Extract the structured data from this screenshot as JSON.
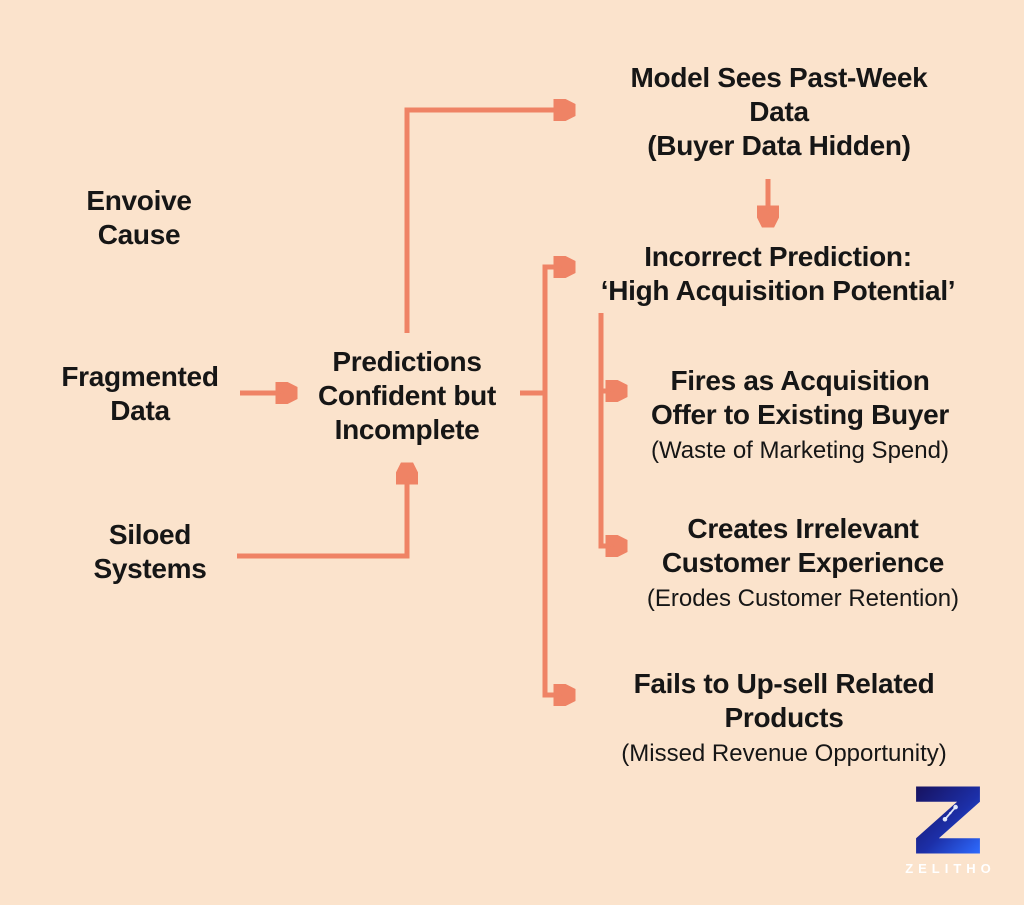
{
  "colors": {
    "background": "#FBE3CC",
    "arrow": "#EF8365",
    "text": "#161616",
    "logo_navy": "#17125F",
    "logo_blue": "#2E6BFF",
    "logo_text": "#FFFFFF"
  },
  "nodes": {
    "envoive_cause": {
      "lines": [
        "Envoive",
        "Cause"
      ]
    },
    "fragmented_data": {
      "lines": [
        "Fragmented",
        "Data"
      ]
    },
    "siloed_systems": {
      "lines": [
        "Siloed",
        "Systems"
      ]
    },
    "predictions": {
      "lines": [
        "Predictions",
        "Confident but",
        "Incomplete"
      ]
    },
    "model_sees": {
      "lines": [
        "Model Sees Past-Week",
        "Data",
        "(Buyer Data Hidden)"
      ]
    },
    "incorrect_prediction": {
      "lines": [
        "Incorrect Prediction:",
        "‘High Acquisition Potential’"
      ]
    },
    "fires_acquisition": {
      "lines": [
        "Fires as Acquisition",
        "Offer to Existing Buyer"
      ],
      "subtitle": "(Waste of Marketing Spend)"
    },
    "irrelevant_experience": {
      "lines": [
        "Creates Irrelevant",
        "Customer Experience"
      ],
      "subtitle": "(Erodes Customer Retention)"
    },
    "fails_upsell": {
      "lines": [
        "Fails to Up-sell Related",
        "Products"
      ],
      "subtitle": "(Missed Revenue Opportunity)"
    }
  },
  "logo": {
    "brand": "ZELITHO"
  }
}
